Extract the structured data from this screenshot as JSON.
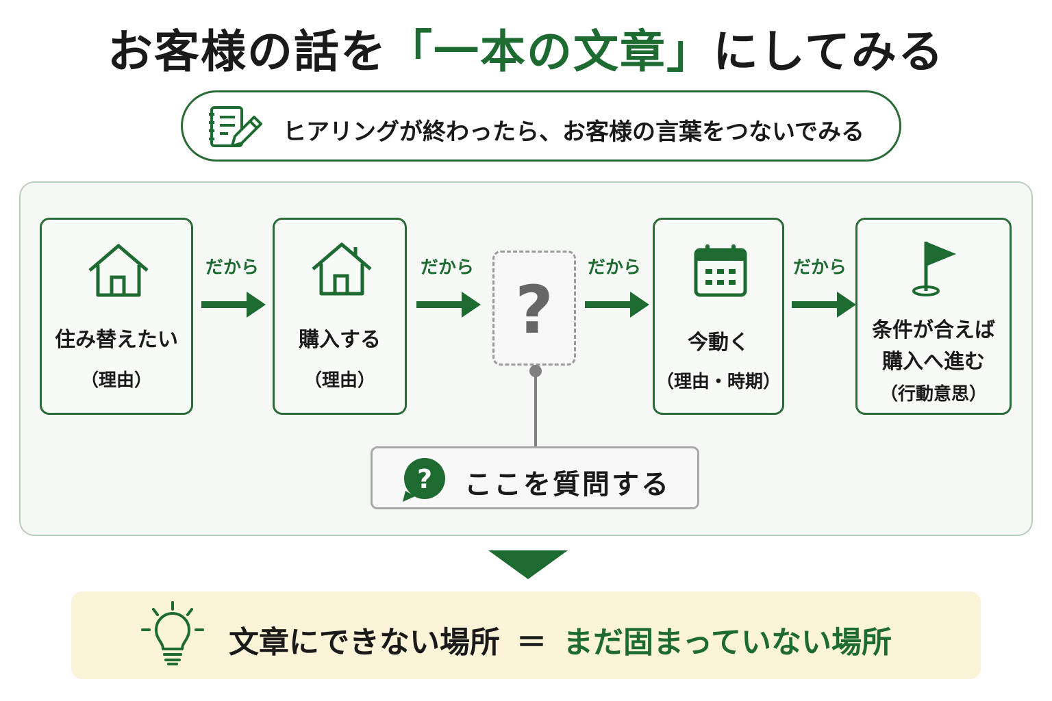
{
  "title": {
    "before": "お客様の話を",
    "accent": "「一本の文章」",
    "after": "にしてみる"
  },
  "subtitle": {
    "icon": "notepad-pencil-icon",
    "text": "ヒアリングが終わったら、お客様の言葉をつないでみる"
  },
  "steps": [
    {
      "icon": "house-icon",
      "main": "住み替えたい",
      "sub": "（理由）"
    },
    {
      "icon": "house-icon",
      "main": "購入する",
      "sub": "（理由）"
    },
    {
      "icon": "question-mark",
      "main": "?",
      "sub": ""
    },
    {
      "icon": "calendar-icon",
      "main": "今動く",
      "sub": "（理由・時期）"
    },
    {
      "icon": "flag-icon",
      "main_line1": "条件が合えば",
      "main_line2": "購入へ進む",
      "sub": "（行動意思）"
    }
  ],
  "connectors": [
    "だから",
    "だから",
    "だから",
    "だから"
  ],
  "ask": {
    "icon": "question-bubble-icon",
    "text": "ここを質問する"
  },
  "conclusion": {
    "icon": "lightbulb-icon",
    "left": "文章にできない場所",
    "equals": "＝",
    "right": "まだ固まっていない場所"
  },
  "colors": {
    "accent_green": "#1e6b32",
    "panel_bg": "#f5f8f4",
    "conclusion_bg": "#fbf4d8",
    "muted_gray": "#9a9a9a"
  }
}
